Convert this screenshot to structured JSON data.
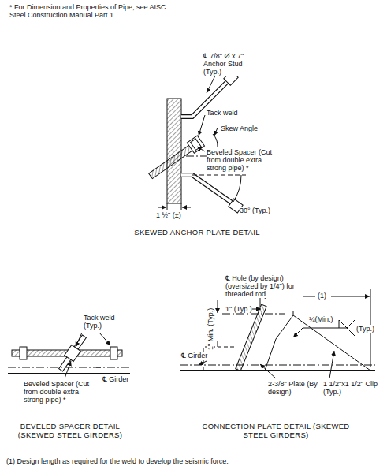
{
  "diagram": {
    "labels": [
      "* For Dimension and Properties of Pipe, see AISC Steel Construction Manual Part 1.",
      "℄ 7/8\" Ø x 7\" Anchor Stud (Typ.)",
      "Tack weld",
      "Skew Angle",
      "Beveled Spacer (Cut from double extra strong pipe) *",
      "1 ½\" (±)",
      "30° (Typ.)",
      "SKEWED ANCHOR PLATE DETAIL",
      "Tack weld (Typ.)",
      "℄ Girder",
      "Beveled Spacer (Cut from double extra strong pipe) *",
      "BEVELED SPACER DETAIL (SKEWED STEEL GIRDERS)",
      "℄ Hole (by design) (oversized by 1/4\") for threaded rod",
      "(1)",
      "1\" (Typ.)",
      "1\" Min. (Typ.)",
      "¼(Min.)",
      "(Typ.)",
      "℄ Girder",
      "2-3/8\" Plate (By design)",
      "1 1/2\"x1 1/2\" Clip (Typ.)",
      "CONNECTION PLATE DETAIL (SKEWED STEEL GIRDERS)",
      "(1) Design length as required for the weld to develop the seismic force."
    ]
  }
}
